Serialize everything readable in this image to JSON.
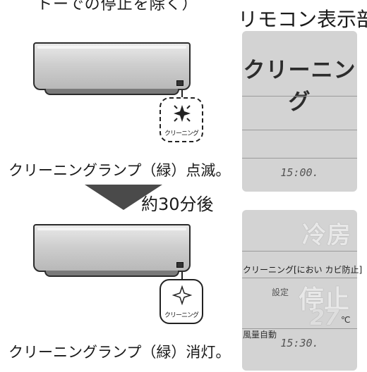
{
  "top_text": "トーでの停止を除く）",
  "remote_title": "リモコン表示部",
  "step1": {
    "lamp_label": "クリーニング",
    "caption": "クリーニングランプ（緑）点滅。"
  },
  "arrow_text": "約30分後",
  "step2": {
    "lamp_label": "クリーニング",
    "caption": "クリーニングランプ（緑）消灯。"
  },
  "display1": {
    "mode": "クリーニング",
    "time": "15:00."
  },
  "display2": {
    "mode": "冷房",
    "cleaning_status": "クリーニング[におい カビ防止]",
    "setting_label": "設定",
    "setting_value": "停止",
    "temperature": "27",
    "temp_unit": "℃",
    "fan": "風量自動",
    "time": "15:30."
  },
  "colors": {
    "display_bg": "#d3d3d3",
    "display_segment": "#333333",
    "arrow": "#4a4a4a"
  }
}
